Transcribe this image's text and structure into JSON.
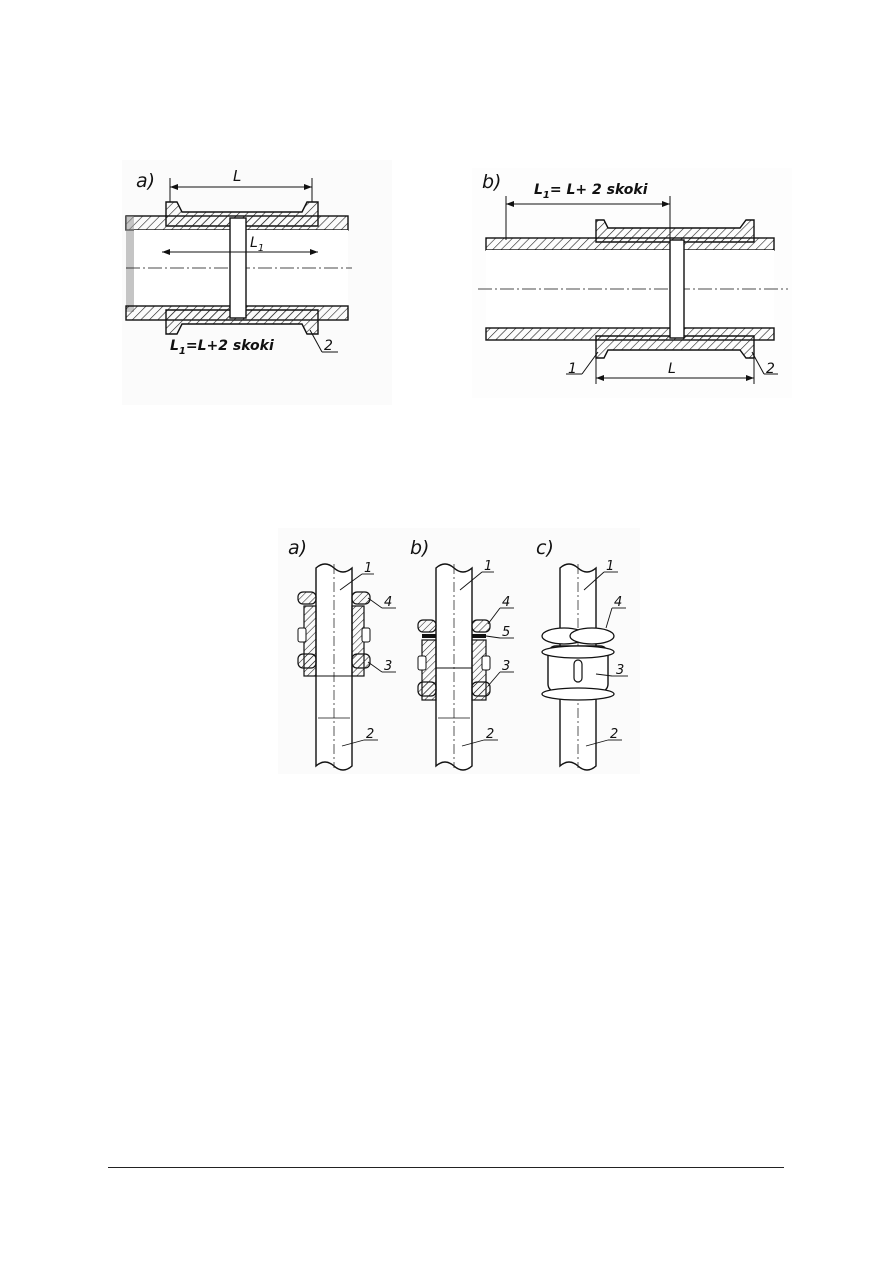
{
  "figures": {
    "pipe_a": {
      "panel": "a)",
      "dim_L": "L",
      "dim_L1": "L",
      "dim_L1_sub": "1",
      "formula_lead": "L",
      "formula_sub": "1",
      "formula_rest": "=L+2 skoki",
      "callout": "2"
    },
    "pipe_b": {
      "panel": "b)",
      "formula_lead": "L",
      "formula_sub": "1",
      "formula_rest": "= L+ 2 skoki",
      "dim_L": "L",
      "callout_1": "1",
      "callout_2": "2"
    },
    "vertical": {
      "panels": [
        "a)",
        "b)",
        "c)"
      ],
      "a": [
        "1",
        "4",
        "3",
        "2"
      ],
      "b": [
        "1",
        "4",
        "5",
        "3",
        "2"
      ],
      "c": [
        "1",
        "4",
        "3",
        "2"
      ]
    }
  }
}
